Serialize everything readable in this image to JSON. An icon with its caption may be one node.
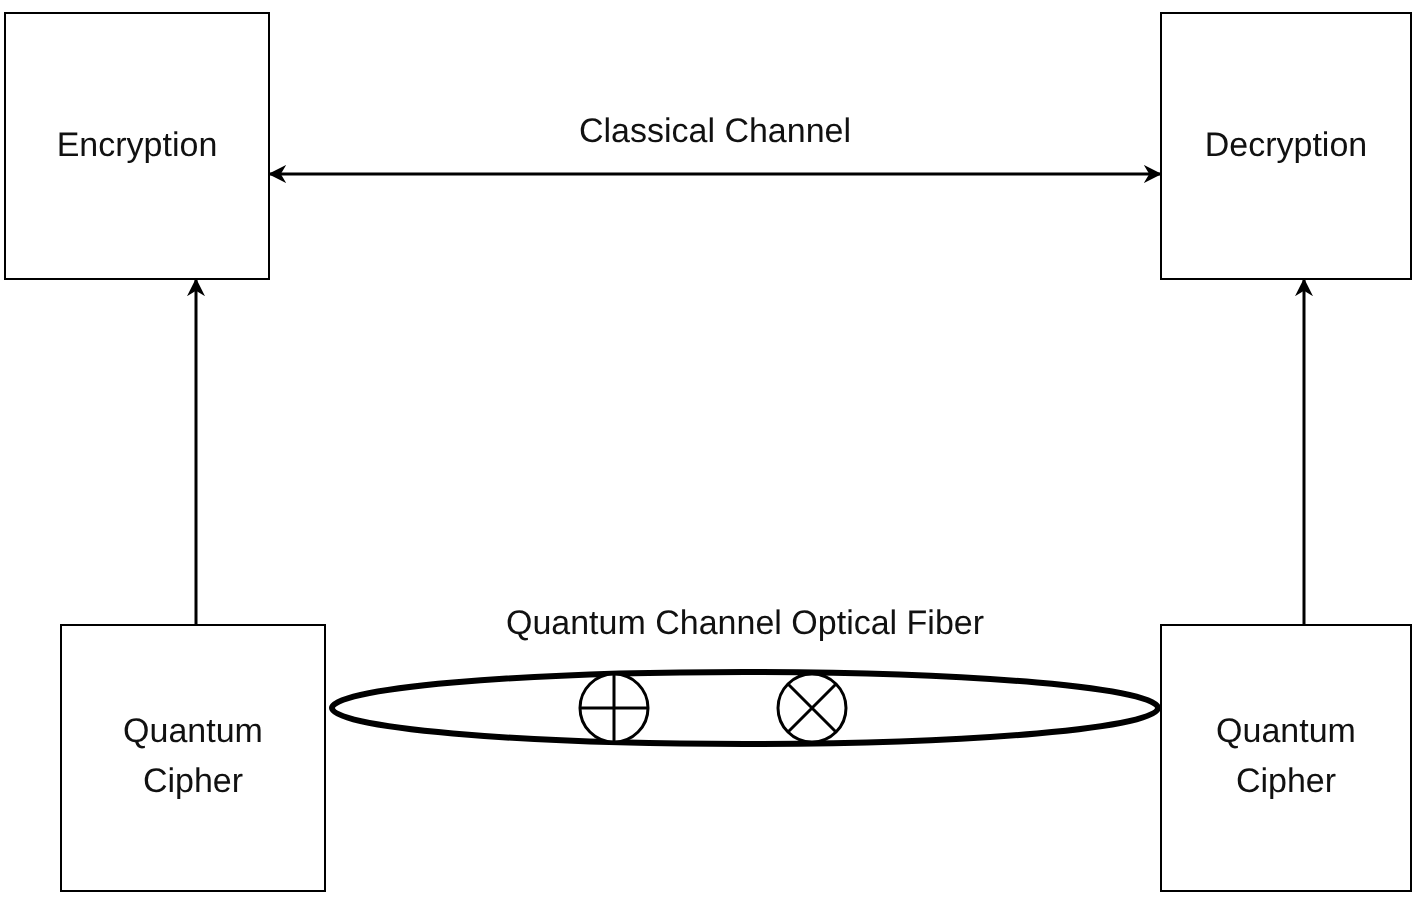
{
  "diagram": {
    "nodes": [
      {
        "text": [
          "Encryption"
        ]
      },
      {
        "text": [
          "Decryption"
        ]
      },
      {
        "text": [
          "Quantum Cipher"
        ]
      },
      {
        "text": [
          "Quantum Cipher"
        ]
      },
      {
        "text": [],
        "shape": "ellipse",
        "beside": [
          "Quantum Channel Optical Fiber"
        ]
      }
    ],
    "edges": [
      {
        "from": 0,
        "to": 1,
        "arrow": "both",
        "label": "Classical Channel"
      },
      {
        "from": 2,
        "to": 0,
        "arrow": "to"
      },
      {
        "from": 3,
        "to": 1,
        "arrow": "to"
      }
    ]
  }
}
